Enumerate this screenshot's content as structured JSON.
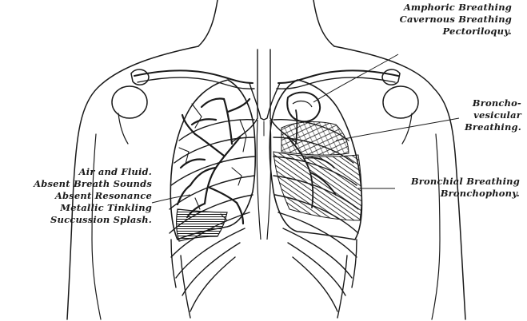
{
  "annotations": {
    "left": [
      "Air and Fluid.",
      "Absent Breath Sounds",
      "Absent Resonance",
      "Metallic Tinkling",
      "Succussion Splash."
    ],
    "upper_right": [
      "Amphoric Breathing",
      "Cavernous Breathing",
      "Pectoriloquy."
    ],
    "middle_right": [
      "Broncho-",
      "vesicular",
      "Breathing."
    ],
    "lower_right": [
      "Bronchial Breathing",
      "Bronchophony."
    ]
  },
  "colors": {
    "ink": "#1a1a1a",
    "paper": "#ffffff"
  }
}
